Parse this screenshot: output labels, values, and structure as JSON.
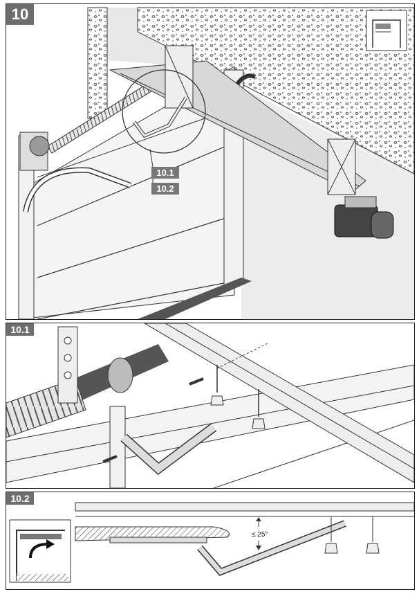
{
  "step": {
    "number": "10",
    "callouts": [
      "10.1",
      "10.2"
    ]
  },
  "detail_1": {
    "label": "10.1"
  },
  "detail_2": {
    "label": "10.2",
    "angle_text": "≤ 25°"
  }
}
